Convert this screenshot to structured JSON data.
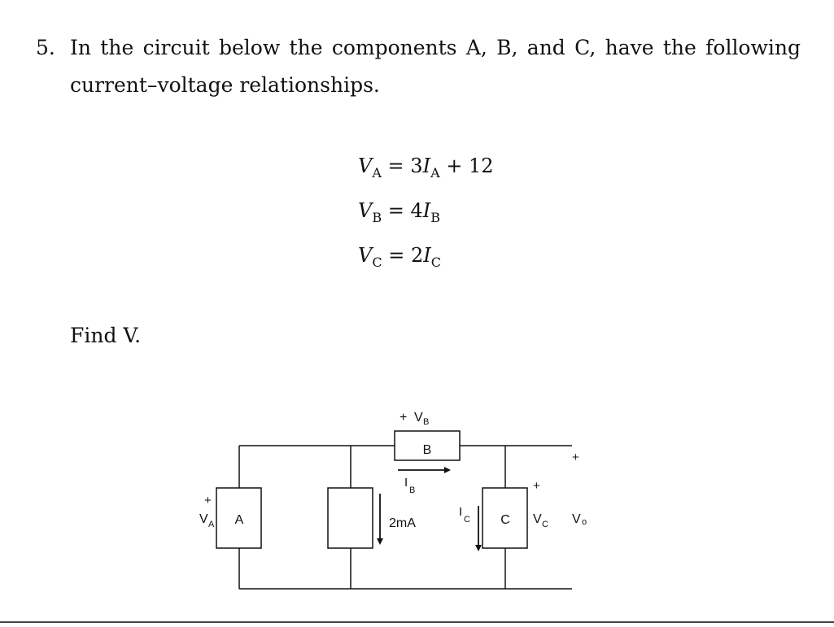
{
  "problem": {
    "number": "5.",
    "text": "In the circuit below the components A, B, and C, have the following current–voltage relationships."
  },
  "equations": [
    {
      "lhs": "V",
      "lhs_sub": "A",
      "rhs_coef": "3",
      "rhs_var": "I",
      "rhs_sub": "A",
      "rhs_tail": " + 12"
    },
    {
      "lhs": "V",
      "lhs_sub": "B",
      "rhs_coef": "4",
      "rhs_var": "I",
      "rhs_sub": "B",
      "rhs_tail": ""
    },
    {
      "lhs": "V",
      "lhs_sub": "C",
      "rhs_coef": "2",
      "rhs_var": "I",
      "rhs_sub": "C",
      "rhs_tail": ""
    }
  ],
  "equals": "=",
  "question": "Find V.",
  "circuit": {
    "label_A": "A",
    "label_B": "B",
    "label_C": "C",
    "source_value": "2mA",
    "vb_plus": "+",
    "vb": "V",
    "vb_sub": "B",
    "ib": "I",
    "ib_sub": "B",
    "va_plus": "+",
    "va": "V",
    "va_sub": "A",
    "ic": "I",
    "ic_sub": "C",
    "vc_plus": "+",
    "vc": "V",
    "vc_sub": "C",
    "vo_plus": "+",
    "vo": "V",
    "vo_sub": "o"
  }
}
